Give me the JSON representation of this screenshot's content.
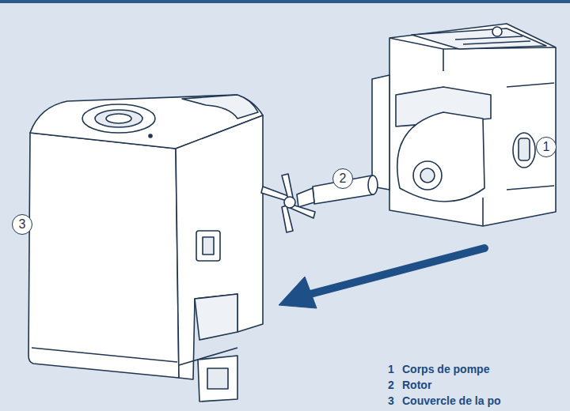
{
  "diagram": {
    "nodes": [
      {
        "text": [
          "1"
        ]
      },
      {
        "text": [
          "2"
        ]
      },
      {
        "text": [
          "3"
        ]
      }
    ],
    "labels": [
      "1",
      "Corps de pompe",
      "2",
      "Rotor",
      "3",
      "Couvercle de la po"
    ]
  }
}
